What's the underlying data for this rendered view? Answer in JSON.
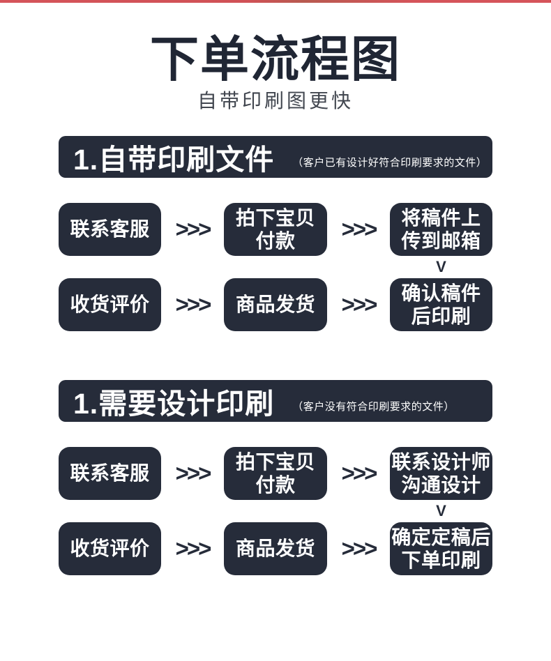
{
  "colors": {
    "accent_strip": "#d5545a",
    "panel_bg": "#262c3a",
    "title_text": "#202634",
    "subtitle_text": "#41464f",
    "text_on_panel": "#ffffff"
  },
  "header": {
    "title": "下单流程图",
    "subtitle": "自带印刷图更快"
  },
  "flow": {
    "arrow": ">>>",
    "down_connector": "V"
  },
  "sections": [
    {
      "heading": "1.自带印刷文件",
      "note": "（客户已有设计好符合印刷要求的文件）",
      "rows": [
        [
          "联系客服",
          "拍下宝贝\n付款",
          "将稿件上\n传到邮箱"
        ],
        [
          "收货评价",
          "商品发货",
          "确认稿件\n后印刷"
        ]
      ]
    },
    {
      "heading": "1.需要设计印刷",
      "note": "（客户没有符合印刷要求的文件）",
      "rows": [
        [
          "联系客服",
          "拍下宝贝\n付款",
          "联系设计师\n沟通设计"
        ],
        [
          "收货评价",
          "商品发货",
          "确定定稿后\n下单印刷"
        ]
      ]
    }
  ]
}
